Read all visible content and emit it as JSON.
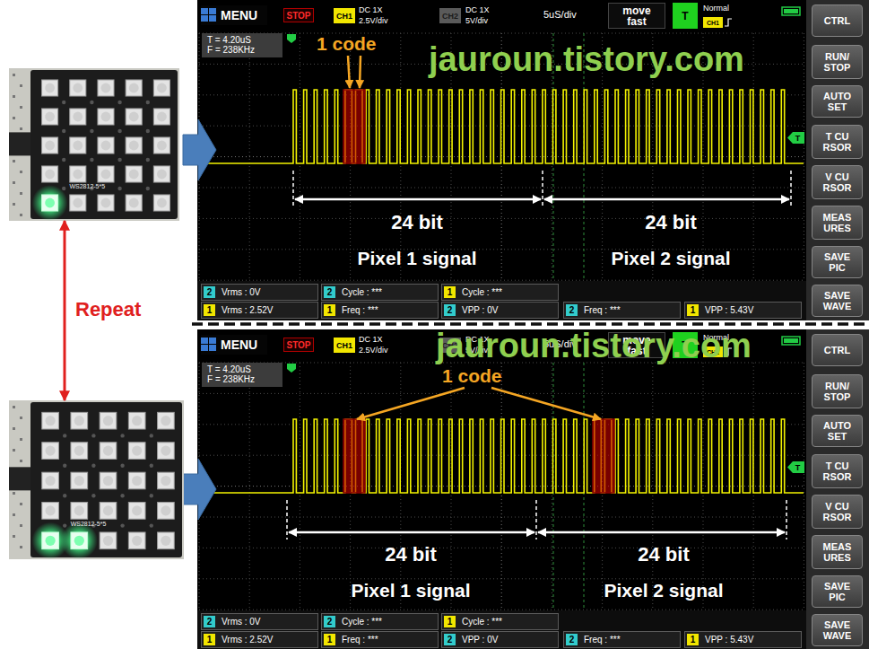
{
  "diagram": {
    "nodes": [
      {
        "text": [
          "WS2812-5*5"
        ]
      },
      {
        "text": [
          "MENU"
        ]
      },
      {
        "text": [
          "STOP"
        ]
      },
      {
        "text": [
          "CH1"
        ]
      },
      {
        "text": [
          "CH2"
        ]
      },
      {
        "text": [
          "move fast"
        ]
      },
      {
        "text": [
          "T"
        ]
      },
      {
        "text": [
          "CH1"
        ]
      },
      {
        "text": [
          "T = 4.20uS",
          "F = 238KHz"
        ]
      },
      {
        "text": [
          "T"
        ]
      },
      {
        "text": [
          "CTRL"
        ]
      },
      {
        "text": [
          "RUN/ STOP"
        ]
      },
      {
        "text": [
          "AUTO SET"
        ]
      },
      {
        "text": [
          "T CU RSOR"
        ]
      },
      {
        "text": [
          "V CU RSOR"
        ]
      },
      {
        "text": [
          "MEAS URES"
        ]
      },
      {
        "text": [
          "SAVE PIC"
        ]
      },
      {
        "text": [
          "SAVE WAVE"
        ]
      },
      {
        "text": [
          "2",
          "Vrms : 0V"
        ]
      },
      {
        "text": [
          "2",
          "Cycle : ***"
        ]
      },
      {
        "text": [
          "1",
          "Cycle : ***"
        ]
      },
      {
        "text": [
          "1",
          "Vrms : 2.52V"
        ]
      },
      {
        "text": [
          "1",
          "Freq : ***"
        ]
      },
      {
        "text": [
          "2",
          "VPP : 0V"
        ]
      },
      {
        "text": [
          "2",
          "Freq : ***"
        ]
      },
      {
        "text": [
          "1",
          "VPP : 5.43V"
        ]
      },
      {
        "text": [
          "WS2812-5*5"
        ]
      },
      {
        "text": [
          "MENU"
        ]
      },
      {
        "text": [
          "STOP"
        ]
      },
      {
        "text": [
          "CH1"
        ]
      },
      {
        "text": [
          "CH2"
        ]
      },
      {
        "text": [
          "move fast"
        ]
      },
      {
        "text": [
          "T"
        ]
      },
      {
        "text": [
          "CH1"
        ]
      },
      {
        "text": [
          "T = 4.20uS",
          "F = 238KHz"
        ]
      },
      {
        "text": [
          "T"
        ]
      },
      {
        "text": [
          "CTRL"
        ]
      },
      {
        "text": [
          "RUN/ STOP"
        ]
      },
      {
        "text": [
          "AUTO SET"
        ]
      },
      {
        "text": [
          "T CU RSOR"
        ]
      },
      {
        "text": [
          "V CU RSOR"
        ]
      },
      {
        "text": [
          "MEAS URES"
        ]
      },
      {
        "text": [
          "SAVE PIC"
        ]
      },
      {
        "text": [
          "SAVE WAVE"
        ]
      },
      {
        "text": [
          "2",
          "Vrms : 0V"
        ]
      },
      {
        "text": [
          "2",
          "Cycle : ***"
        ]
      },
      {
        "text": [
          "1",
          "Cycle : ***"
        ]
      },
      {
        "text": [
          "1",
          "Vrms : 2.52V"
        ]
      },
      {
        "text": [
          "1",
          "Freq : ***"
        ]
      },
      {
        "text": [
          "2",
          "VPP : 0V"
        ]
      },
      {
        "text": [
          "2",
          "Freq : ***"
        ]
      },
      {
        "text": [
          "1",
          "VPP : 5.43V"
        ]
      }
    ],
    "edges": [
      {
        "from": 0,
        "to": 26,
        "arrow": "both",
        "label": "Repeat"
      }
    ],
    "labels": [
      "DC 1X",
      "2.5V/div",
      "DC 1X",
      "5V/div",
      "5uS/div",
      "Normal",
      "1 code",
      "jauroun.tistory.com",
      "24 bit",
      "Pixel 1 signal",
      "24 bit",
      "Pixel 2 signal",
      "DC 1X",
      "2.5V/div",
      "DC 1X",
      "5V/div",
      "5uS/div",
      "Normal",
      "1 code",
      "jauroun.tistory.com",
      "24 bit",
      "Pixel 1 signal",
      "24 bit",
      "Pixel 2 signal"
    ]
  }
}
